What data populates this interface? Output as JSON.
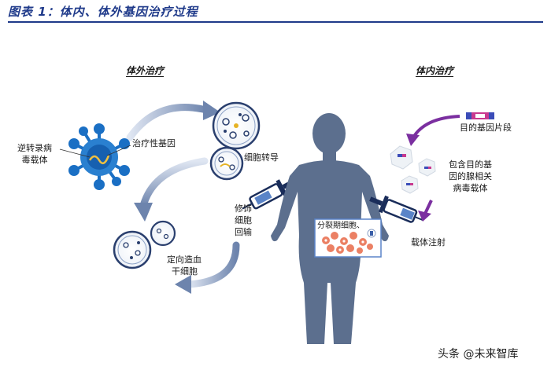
{
  "title": "图表 1：体内、体外基因治疗过程",
  "sections": {
    "ex_vivo": "体外治疗",
    "in_vivo": "体内治疗"
  },
  "labels": {
    "vector_left": [
      "逆转录病",
      "毒载体"
    ],
    "therapeutic_gene": "治疗性基因",
    "transduction": "细胞转导",
    "reinfusion": [
      "修饰",
      "细胞",
      "回输"
    ],
    "hsc": [
      "定向造血",
      "干细胞"
    ],
    "gene_fragment": "目的基因片段",
    "aav": [
      "包含目的基",
      "因的腺相关",
      "病毒载体"
    ],
    "injection": "载体注射",
    "dividing": "分裂期细胞、"
  },
  "watermark": "头条 @未来智库",
  "colors": {
    "accent": "#1f3a8a",
    "body": "#5c6f8e",
    "arrow": "#7a8fb5",
    "purple": "#7b2fa0"
  }
}
